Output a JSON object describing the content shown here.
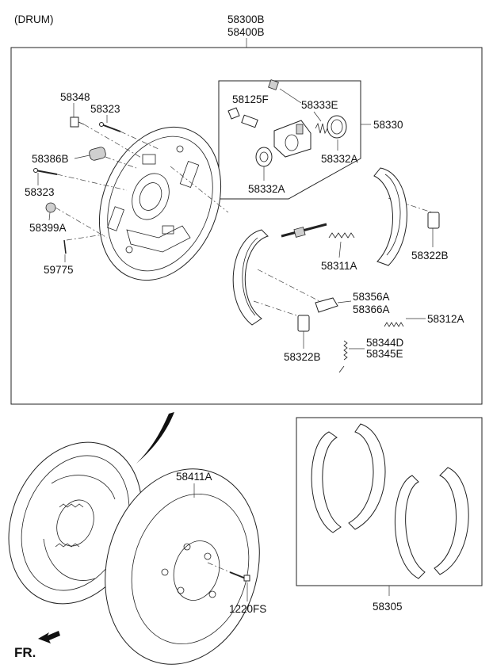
{
  "header": {
    "variant": "(DRUM)",
    "assembly_code_1": "58300B",
    "assembly_code_2": "58400B"
  },
  "parts": {
    "p58348": "58348",
    "p58323_top": "58323",
    "p58386B": "58386B",
    "p58323_bottom": "58323",
    "p58399A": "58399A",
    "p59775": "59775",
    "p58125F": "58125F",
    "p58333E": "58333E",
    "p58330": "58330",
    "p58332A_right": "58332A",
    "p58332A_left": "58332A",
    "p58322B_right": "58322B",
    "p58311A": "58311A",
    "p58356A": "58356A",
    "p58366A": "58366A",
    "p58312A": "58312A",
    "p58344D": "58344D",
    "p58345E": "58345E",
    "p58322B_bottom": "58322B",
    "p58411A": "58411A",
    "p1220FS": "1220FS",
    "p58305": "58305"
  },
  "orientation": {
    "label": "FR."
  }
}
